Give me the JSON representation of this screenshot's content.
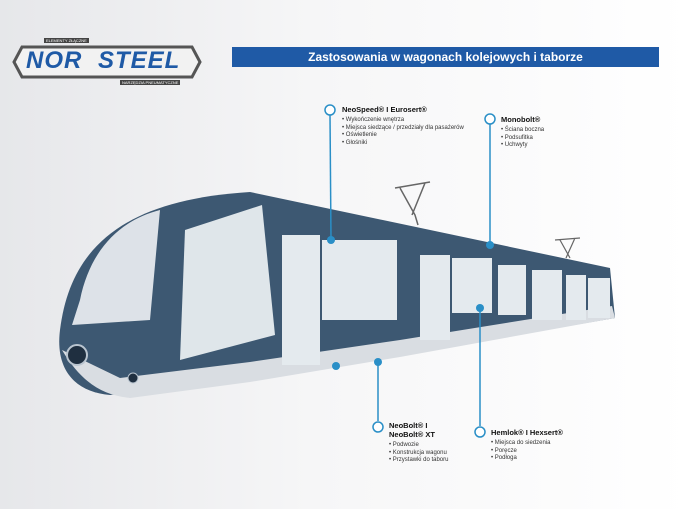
{
  "logo": {
    "main_left": "NOR",
    "main_right": "STEEL",
    "top_tag": "ELEMENTY ZŁĄCZNE",
    "bottom_tag": "NARZĘDZIA PNEUMATYCZNE"
  },
  "banner": {
    "title": "Zastosowania w wagonach kolejowych i taborze"
  },
  "colors": {
    "accent": "#1f5aa6",
    "callout": "#2a8fc7",
    "tram_body": "#3d5872"
  },
  "callouts": [
    {
      "title": "NeoSpeed® I Eurosert®",
      "items": [
        "Wykończenie wnętrza",
        "Miejsca siedzące / przedziały dla pasażerów",
        "Oświetlenie",
        "Głośniki"
      ]
    },
    {
      "title": "Monobolt®",
      "items": [
        "Ściana boczna",
        "Podsufitka",
        "Uchwyty"
      ]
    },
    {
      "title": "NeoBolt® I",
      "title2": "NeoBolt® XT",
      "items": [
        "Podwozie",
        "Konstrukcja wagonu",
        "Przystawki do taboru"
      ]
    },
    {
      "title": "Hemlok® I Hexsert®",
      "items": [
        "Miejsca do siedzenia",
        "Poręcze",
        "Podłoga"
      ]
    }
  ]
}
